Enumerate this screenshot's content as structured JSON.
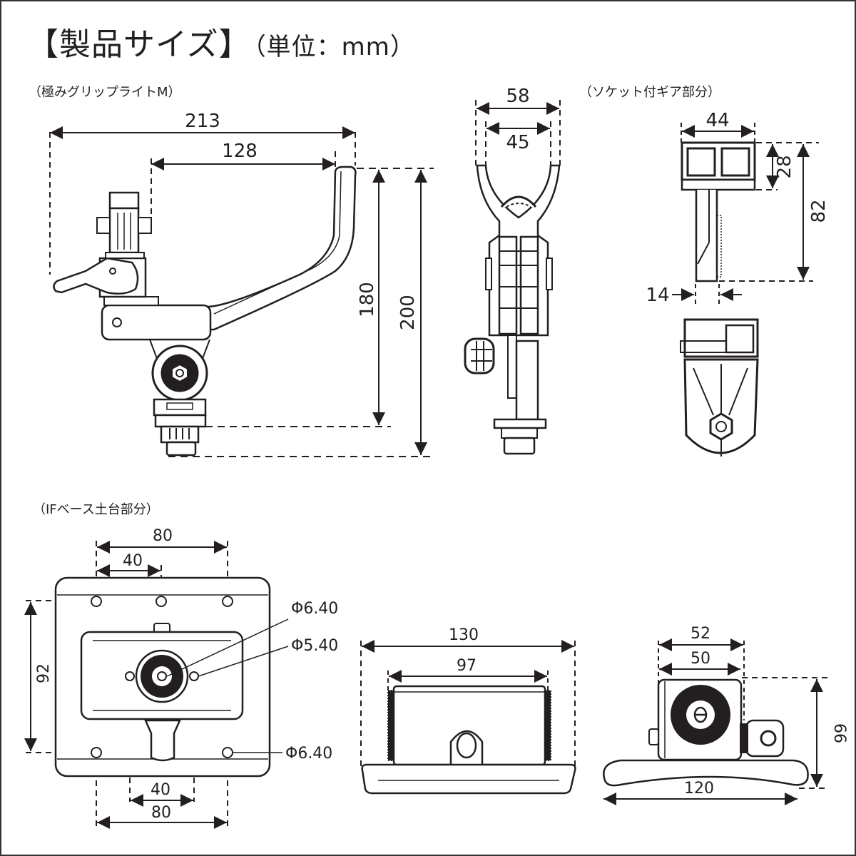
{
  "header": {
    "title": "【製品サイズ】",
    "unit": "（単位：mm）"
  },
  "sections": {
    "main_holder": {
      "label": "（極みグリップライトM）"
    },
    "socket_gear": {
      "label": "（ソケット付ギア部分）"
    },
    "if_base": {
      "label": "（IFベース土台部分）"
    }
  },
  "dimensions": {
    "main_holder": {
      "overall_width": "213",
      "arm_width": "128",
      "height_to_base": "180",
      "overall_height": "200"
    },
    "front_view": {
      "outer_width": "58",
      "inner_width": "45"
    },
    "socket_gear": {
      "width": "44",
      "head_height": "28",
      "overall_height": "82",
      "shaft_width": "14"
    },
    "if_base_top": {
      "top_hole_span": "80",
      "top_hole_half_span": "40",
      "vertical_hole_span": "92",
      "bottom_center_hole_span": "40",
      "bottom_hole_span": "80",
      "center_hole_diameter": "Φ6.40",
      "side_hole_diameter": "Φ5.40",
      "corner_hole_diameter": "Φ6.40"
    },
    "if_base_front": {
      "overall_width": "130",
      "body_width": "97"
    },
    "if_base_side": {
      "outer_width": "52",
      "inner_width": "50",
      "height": "66",
      "foot_width": "120"
    }
  }
}
